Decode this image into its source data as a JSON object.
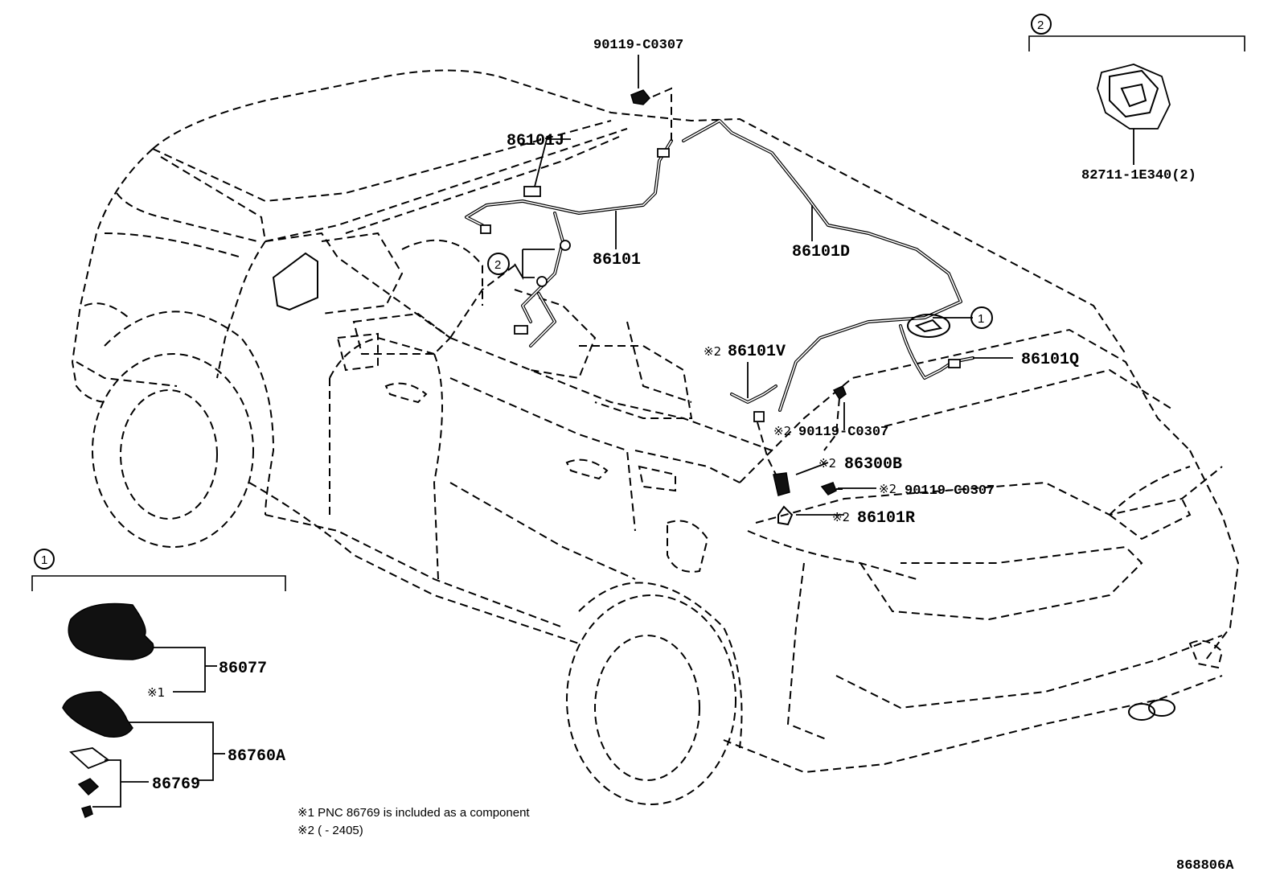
{
  "figure_id": "868806A",
  "callouts": {
    "bolt_top": "90119-C0307",
    "p86101J": "86101J",
    "p86101": "86101",
    "p86101D": "86101D",
    "p86101V": "86101V",
    "p86101Q": "86101Q",
    "bolt_mid": "90119-C0307",
    "p86300B": "86300B",
    "bolt_low": "90119-C0307",
    "p86101R": "86101R",
    "p82711": "82711-1E340(2)",
    "p86077": "86077",
    "p86760A": "86760A",
    "p86769": "86769"
  },
  "marks": {
    "m2_v": "※2",
    "m2_bolt_mid": "※2",
    "m2_86300B": "※2",
    "m2_bolt_low": "※2",
    "m2_86101R": "※2",
    "m1_86077": "※1"
  },
  "group_markers": {
    "one": "1",
    "two": "2"
  },
  "notes": {
    "note1": "※1 PNC 86769 is included as a component",
    "note2": "※2 (      - 2405)"
  }
}
